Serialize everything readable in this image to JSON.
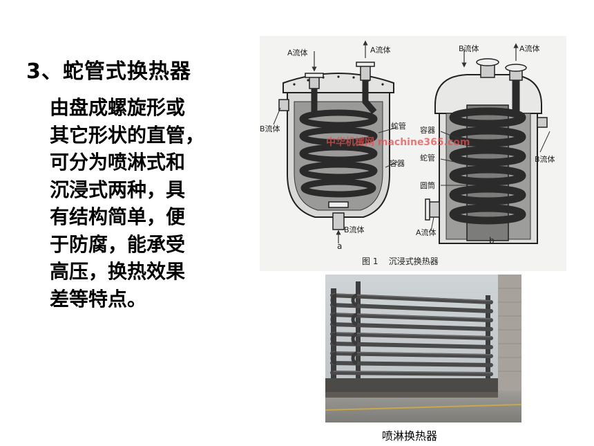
{
  "slide": {
    "title": "3、蛇管式换热器",
    "body_lines": [
      "由盘成螺旋形或",
      "其它形状的直管，",
      "可分为喷淋式和",
      "沉浸式两种，具",
      "有结构简单，便",
      "于防腐，能承受",
      "高压，换热效果",
      "差等特点。"
    ]
  },
  "diagram": {
    "labels": {
      "a_fluid": "A流体",
      "b_fluid": "B流体",
      "coil": "蛇管",
      "vessel": "容器",
      "cylinder": "圆筒",
      "fig_a": "a",
      "fig_b": "b",
      "figure_caption": "图 1    沉浸式换热器"
    },
    "watermark": "中华机械网 machine365.com"
  },
  "photo": {
    "caption": "喷淋换热器"
  }
}
